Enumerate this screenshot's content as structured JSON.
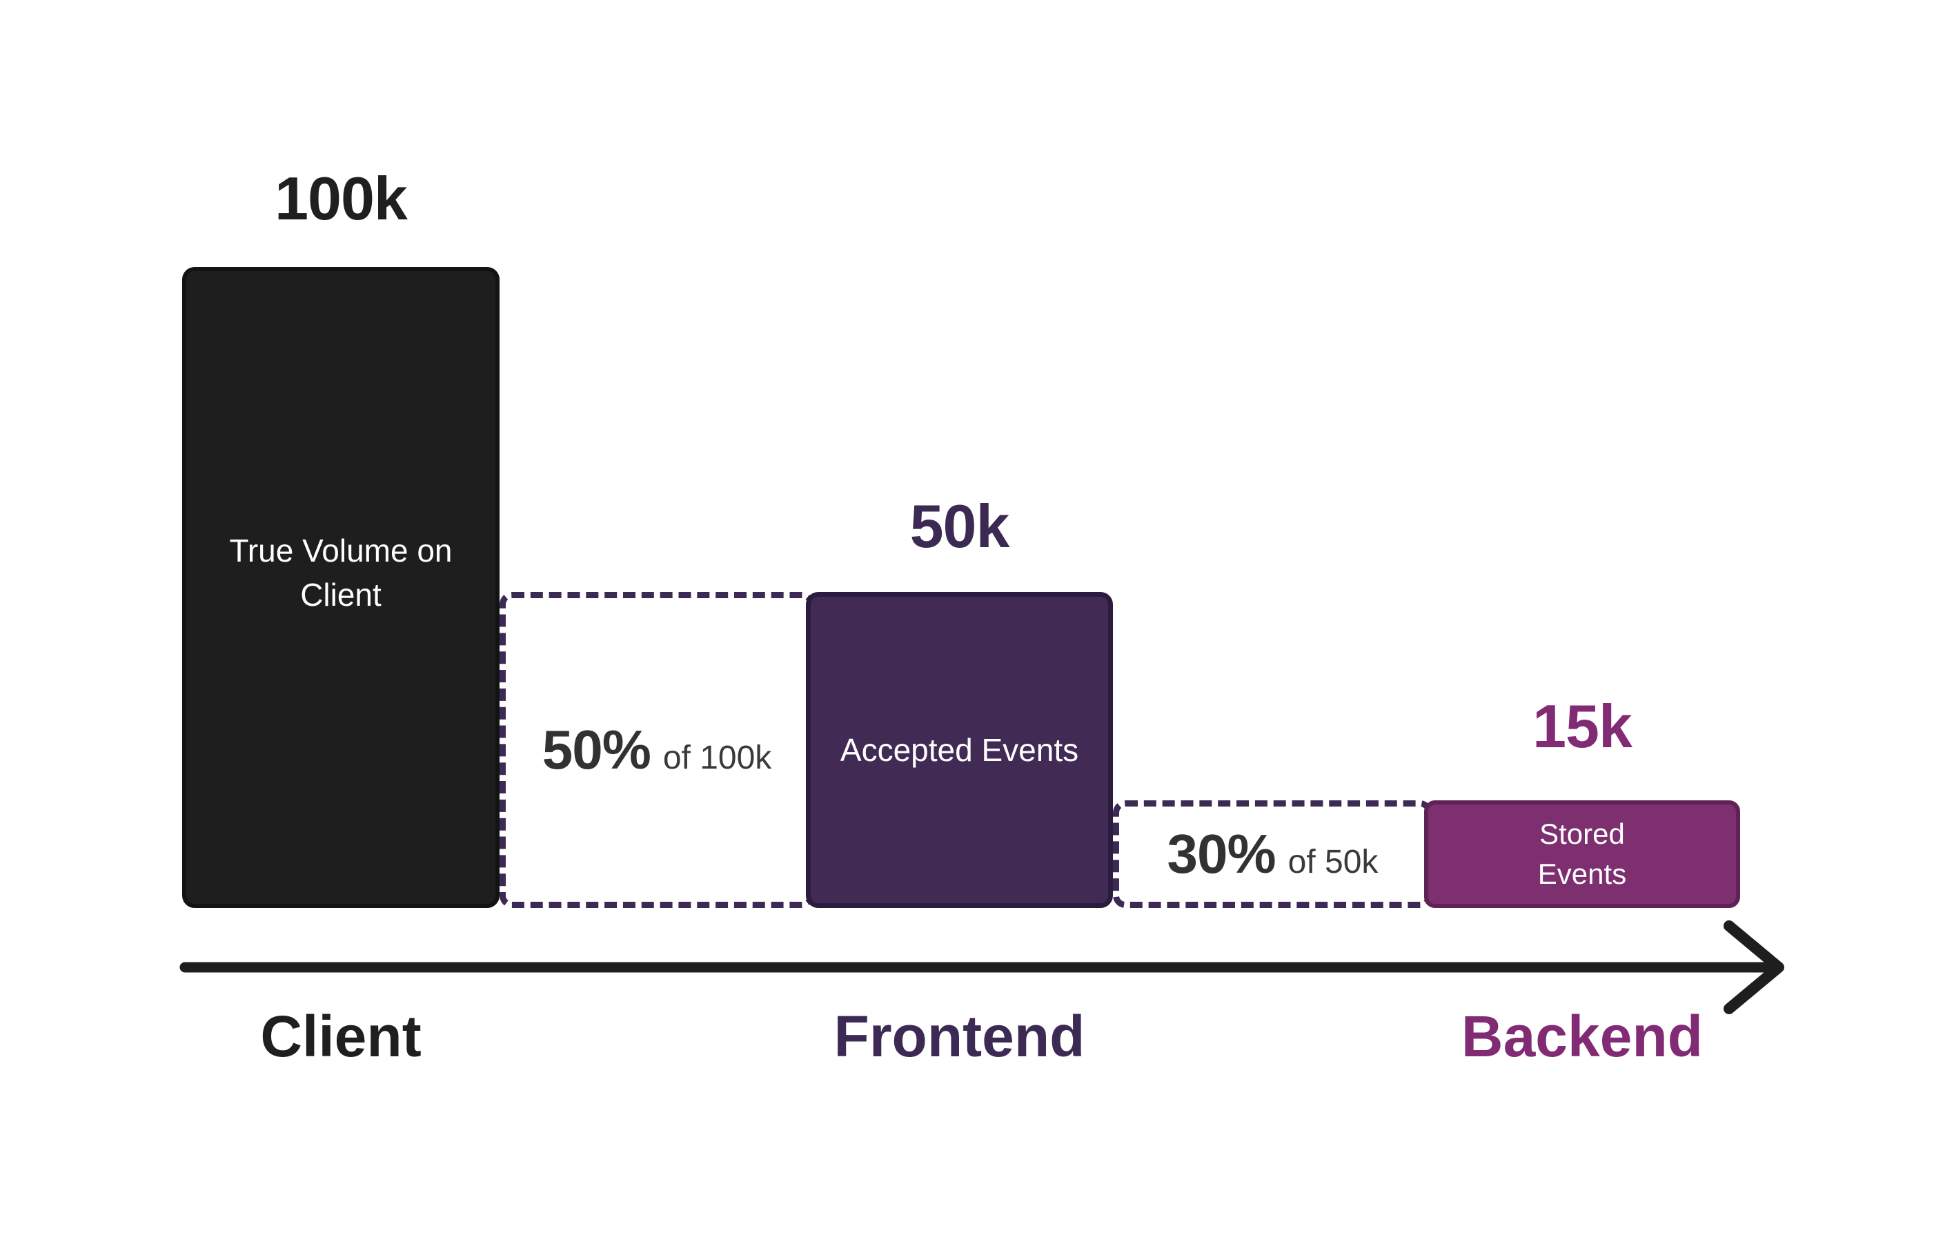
{
  "chart_data": {
    "type": "bar",
    "title": "",
    "categories": [
      "Client",
      "Frontend",
      "Backend"
    ],
    "values": [
      100000,
      50000,
      15000
    ],
    "value_labels": [
      "100k",
      "50k",
      "15k"
    ],
    "bar_labels": [
      "True Volume on Client",
      "Accepted Events",
      "Stored Events"
    ],
    "drop_annotations": [
      {
        "percent": "50%",
        "of": "of 100k",
        "between": [
          "Client",
          "Frontend"
        ]
      },
      {
        "percent": "30%",
        "of": "of 50k",
        "between": [
          "Frontend",
          "Backend"
        ]
      }
    ],
    "xlabel": "",
    "ylabel": "",
    "legend": false,
    "grid": false,
    "axis_style": "single horizontal arrow axis"
  },
  "stages": {
    "client": {
      "value": "100k",
      "label_line1": "True Volume on",
      "label_line2": "Client",
      "axis_label": "Client"
    },
    "frontend": {
      "value": "50k",
      "label": "Accepted Events",
      "axis_label": "Frontend"
    },
    "backend": {
      "value": "15k",
      "label_line1": "Stored",
      "label_line2": "Events",
      "axis_label": "Backend"
    }
  },
  "drops": {
    "first": {
      "percent": "50%",
      "of_text": "of 100k"
    },
    "second": {
      "percent": "30%",
      "of_text": "of 50k"
    }
  },
  "colors": {
    "background": "#ffffff",
    "client_bar_fill": "#1e1e1f",
    "client_text": "#1f1f20",
    "frontend_bar_fill": "#412a54",
    "frontend_bar_border": "#2b1b3e",
    "frontend_text": "#3d2a54",
    "backend_bar_fill": "#7d2f70",
    "backend_bar_border": "#5e2254",
    "backend_text": "#822b75",
    "dashed_border": "#3d2a54",
    "percent_text": "#323234",
    "arrow": "#1e1e1f",
    "bar_inner_text": "#ffffff"
  }
}
